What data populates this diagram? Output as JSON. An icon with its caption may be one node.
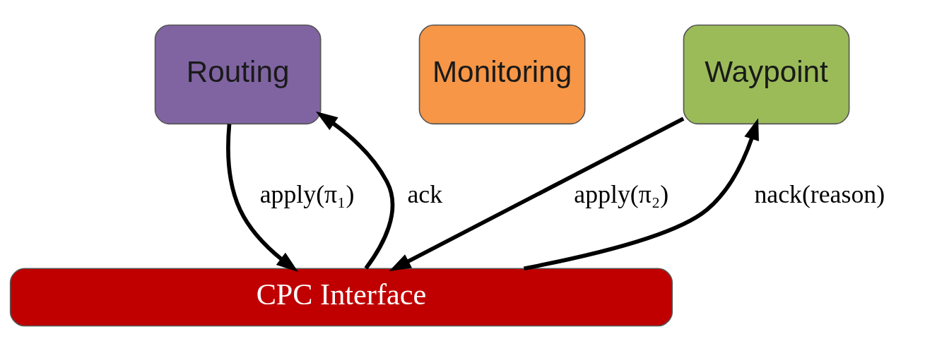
{
  "diagram": {
    "nodes": [
      {
        "text": [
          "Routing"
        ]
      },
      {
        "text": [
          "Monitoring"
        ]
      },
      {
        "text": [
          "Waypoint"
        ]
      },
      {
        "text": [
          "CPC Interface"
        ]
      }
    ],
    "edges": [
      {
        "from": 0,
        "to": 3,
        "arrow": "to",
        "label": "apply(π₁)"
      },
      {
        "from": 3,
        "to": 0,
        "arrow": "to",
        "label": "ack"
      },
      {
        "from": 2,
        "to": 3,
        "arrow": "to",
        "label": "apply(π₂)"
      },
      {
        "from": 3,
        "to": 2,
        "arrow": "to",
        "label": "nack(reason)"
      }
    ]
  }
}
